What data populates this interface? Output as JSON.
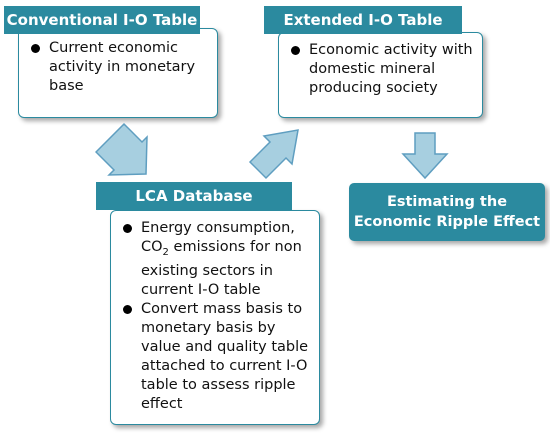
{
  "conventional": {
    "title": "Conventional I-O Table",
    "items": [
      "Current economic activity in monetary base"
    ]
  },
  "extended": {
    "title": "Extended I-O Table",
    "items": [
      "Economic activity with domestic mineral producing society"
    ]
  },
  "lca": {
    "title": "LCA Database",
    "items": [
      {
        "before": "Energy consumption, CO",
        "sub": "2",
        "after": " emissions for non existing sectors in current I-O table"
      },
      {
        "text": "Convert mass basis to monetary basis by value and quality table attached to current I-O table to assess ripple effect"
      }
    ]
  },
  "result": {
    "label": "Estimating the Economic Ripple Effect"
  },
  "colors": {
    "header": "#2b8a9f",
    "arrow_fill": "#a7cfe0",
    "arrow_stroke": "#5f9ec0"
  }
}
